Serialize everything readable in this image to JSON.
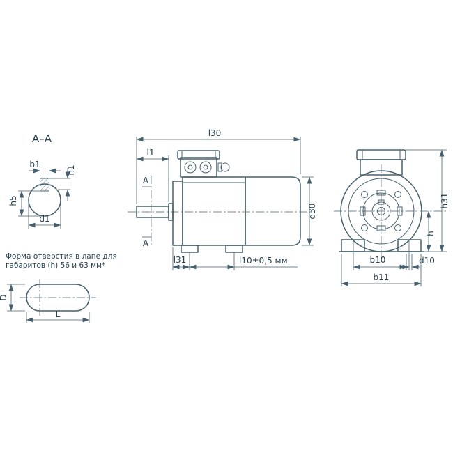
{
  "colors": {
    "line": "#46606d",
    "text": "#29414e",
    "background": "#ffffff"
  },
  "section_aa": {
    "title": "A–A",
    "dim_b1": "b1",
    "dim_h1": "h1",
    "dim_h5": "h5",
    "dim_d1": "d1"
  },
  "side_view": {
    "dim_l30": "l30",
    "dim_l1": "l1",
    "section_letter_top": "A",
    "section_letter_bottom": "A",
    "dim_l31": "l31",
    "dim_l10": "l10±0,5 мм",
    "dim_d30": "d30"
  },
  "front_view": {
    "dim_h31": "h31",
    "dim_h": "h",
    "dim_b10": "b10",
    "dim_d10": "d10",
    "dim_b11": "b11"
  },
  "foot_note": {
    "line1": "Форма отверстия в лапе для",
    "line2": "габаритов (h) 56 и 63 мм*",
    "dim_d": "D",
    "dim_l": "L"
  }
}
